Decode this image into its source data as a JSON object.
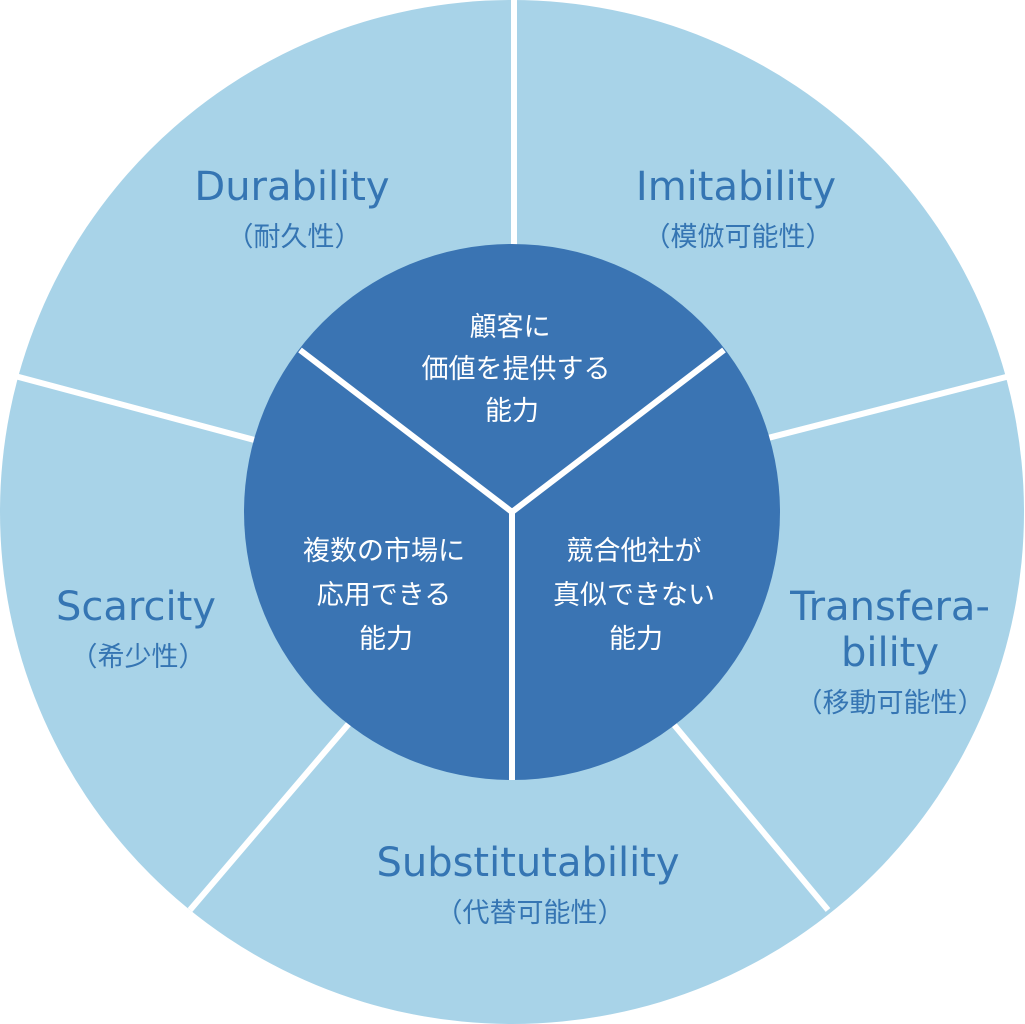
{
  "colors": {
    "outer_fill": "#a8d3e8",
    "inner_fill": "#3a74b3",
    "divider": "#ffffff",
    "outer_text": "#3575b3",
    "inner_text": "#ffffff"
  },
  "outer_segments": [
    {
      "title_lines": [
        "Durability"
      ],
      "subtitle": "（耐久性）"
    },
    {
      "title_lines": [
        "Imitability"
      ],
      "subtitle": "（模倣可能性）"
    },
    {
      "title_lines": [
        "Transfera-",
        "bility"
      ],
      "subtitle": "（移動可能性）"
    },
    {
      "title_lines": [
        "Substitutability"
      ],
      "subtitle": "（代替可能性）"
    },
    {
      "title_lines": [
        "Scarcity"
      ],
      "subtitle": "（希少性）"
    }
  ],
  "inner_segments": [
    {
      "lines": [
        "顧客に",
        "価値を提供する",
        "能力"
      ]
    },
    {
      "lines": [
        "競合他社が",
        "真似できない",
        "能力"
      ]
    },
    {
      "lines": [
        "複数の市場に",
        "応用できる",
        "能力"
      ]
    }
  ]
}
